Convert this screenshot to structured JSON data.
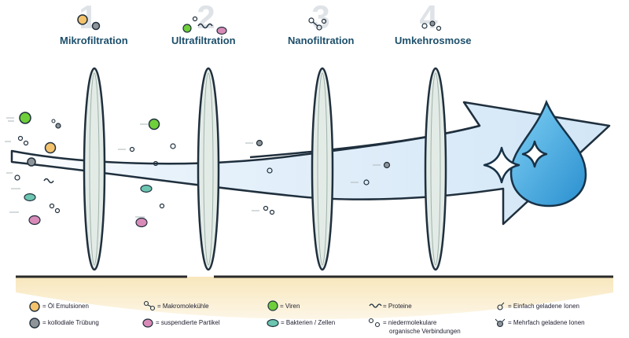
{
  "stages": [
    {
      "number": "1",
      "label": "Mikrofiltration"
    },
    {
      "number": "2",
      "label": "Ultrafiltration"
    },
    {
      "number": "3",
      "label": "Nanofiltration"
    },
    {
      "number": "4",
      "label": "Umkehrosmose"
    }
  ],
  "legend": [
    {
      "icon": "oil-emulsion-icon",
      "label": "= Öl Emulsionen"
    },
    {
      "icon": "macromolecule-icon",
      "label": "= Makromolekühle"
    },
    {
      "icon": "virus-icon",
      "label": "= Viren"
    },
    {
      "icon": "protein-icon",
      "label": "= Proteine"
    },
    {
      "icon": "single-ion-icon",
      "label": "= Einfach geladene Ionen"
    },
    {
      "icon": "colloidal-turbidity-icon",
      "label": "= kollodiale Trübung"
    },
    {
      "icon": "suspended-particle-icon",
      "label": "= suspendierte Partikel"
    },
    {
      "icon": "bacteria-icon",
      "label": "= Bakterien / Zellen"
    },
    {
      "icon": "low-molecular-compound-icon",
      "label": "= niedermolekulare"
    },
    {
      "icon": "multi-ion-icon",
      "label": "= Mehrfach geladene Ionen"
    }
  ],
  "legend_extra": {
    "organic": "organische Verbindungen"
  },
  "colors": {
    "title": "#1d4f6b",
    "number": "#dfe3e7",
    "arrow_fill": "#dcecf8",
    "drop": "#4aa8dc",
    "membrane": "#dfe8e4",
    "legend_band": "#fbf0d6",
    "oil": "#f4c26b",
    "virus": "#6fcf3a",
    "bacteria": "#6cc6b0",
    "particle": "#d98bb8",
    "protein": "#d4b470"
  }
}
